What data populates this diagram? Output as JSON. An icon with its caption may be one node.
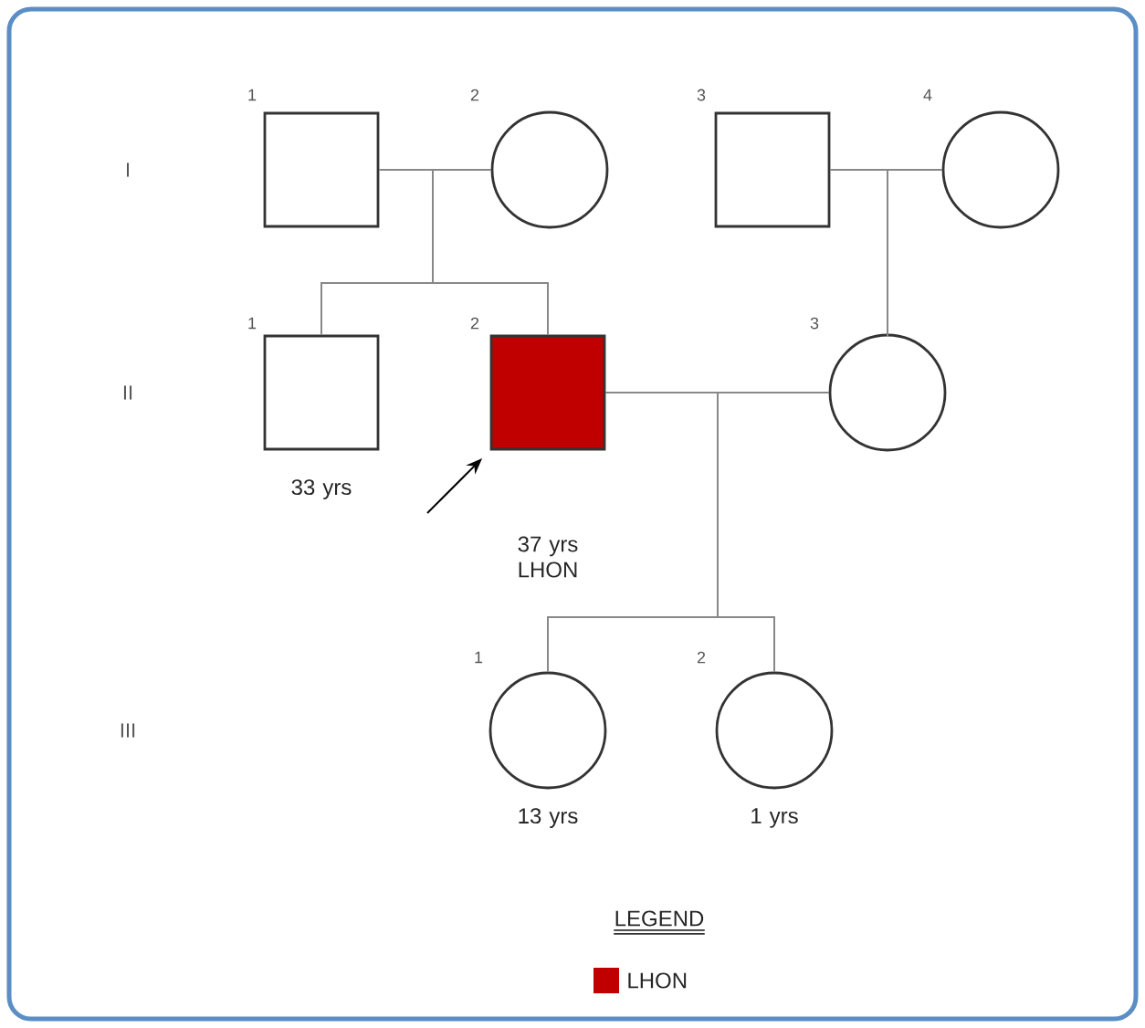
{
  "diagram": {
    "nodes": [
      {
        "text": [],
        "shape": "box",
        "beside": [
          "1"
        ]
      },
      {
        "text": [],
        "shape": "circle",
        "beside": [
          "2"
        ]
      },
      {
        "text": [],
        "shape": "box",
        "beside": [
          "3"
        ]
      },
      {
        "text": [],
        "shape": "circle",
        "beside": [
          "4"
        ]
      },
      {
        "text": [],
        "shape": "box",
        "beside": [
          "1",
          "33 yrs"
        ]
      },
      {
        "text": [],
        "shape": "box",
        "beside": [
          "2",
          "37 yrs LHON"
        ]
      },
      {
        "text": [],
        "shape": "circle",
        "beside": [
          "3"
        ]
      },
      {
        "text": [],
        "shape": "circle",
        "beside": [
          "1",
          "13 yrs"
        ]
      },
      {
        "text": [],
        "shape": "circle",
        "beside": [
          "2",
          "1 yrs"
        ]
      }
    ],
    "edges": [
      {
        "from": 0,
        "to": 1,
        "arrow": "none"
      },
      {
        "from": 2,
        "to": 3,
        "arrow": "none"
      },
      {
        "from": 5,
        "to": 6,
        "arrow": "none"
      },
      {
        "from": 0,
        "to": 4,
        "arrow": "none"
      },
      {
        "from": 1,
        "to": 4,
        "arrow": "none"
      },
      {
        "from": 0,
        "to": 5,
        "arrow": "none"
      },
      {
        "from": 1,
        "to": 5,
        "arrow": "none"
      },
      {
        "from": 2,
        "to": 6,
        "arrow": "none"
      },
      {
        "from": 3,
        "to": 6,
        "arrow": "none"
      },
      {
        "from": 5,
        "to": 7,
        "arrow": "none"
      },
      {
        "from": 6,
        "to": 7,
        "arrow": "none"
      },
      {
        "from": 5,
        "to": 8,
        "arrow": "none"
      },
      {
        "from": 6,
        "to": 8,
        "arrow": "none"
      },
      {
        "from": null,
        "to": 5,
        "arrow": "to",
        "color": "#000000"
      }
    ],
    "labels": [
      "I",
      "II",
      "III",
      "LEGEND"
    ],
    "legend": [
      {
        "text": "LHON",
        "color": "#c00000"
      }
    ]
  }
}
